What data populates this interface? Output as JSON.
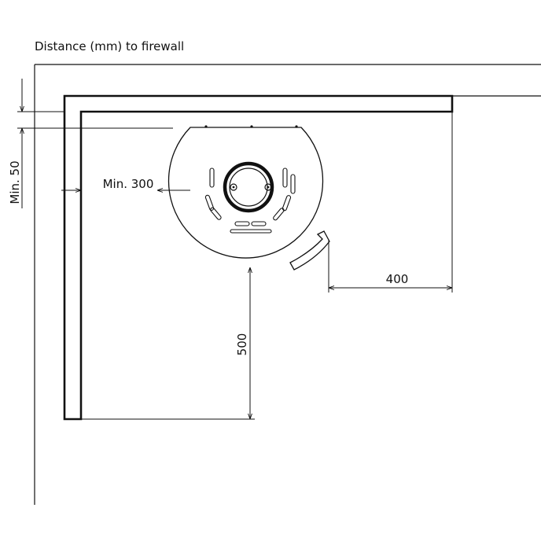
{
  "diagram": {
    "title": "Distance (mm) to firewall",
    "labels": {
      "min_side": "Min. 50",
      "min_back": "Min. 300",
      "front": "500",
      "right": "400"
    }
  }
}
